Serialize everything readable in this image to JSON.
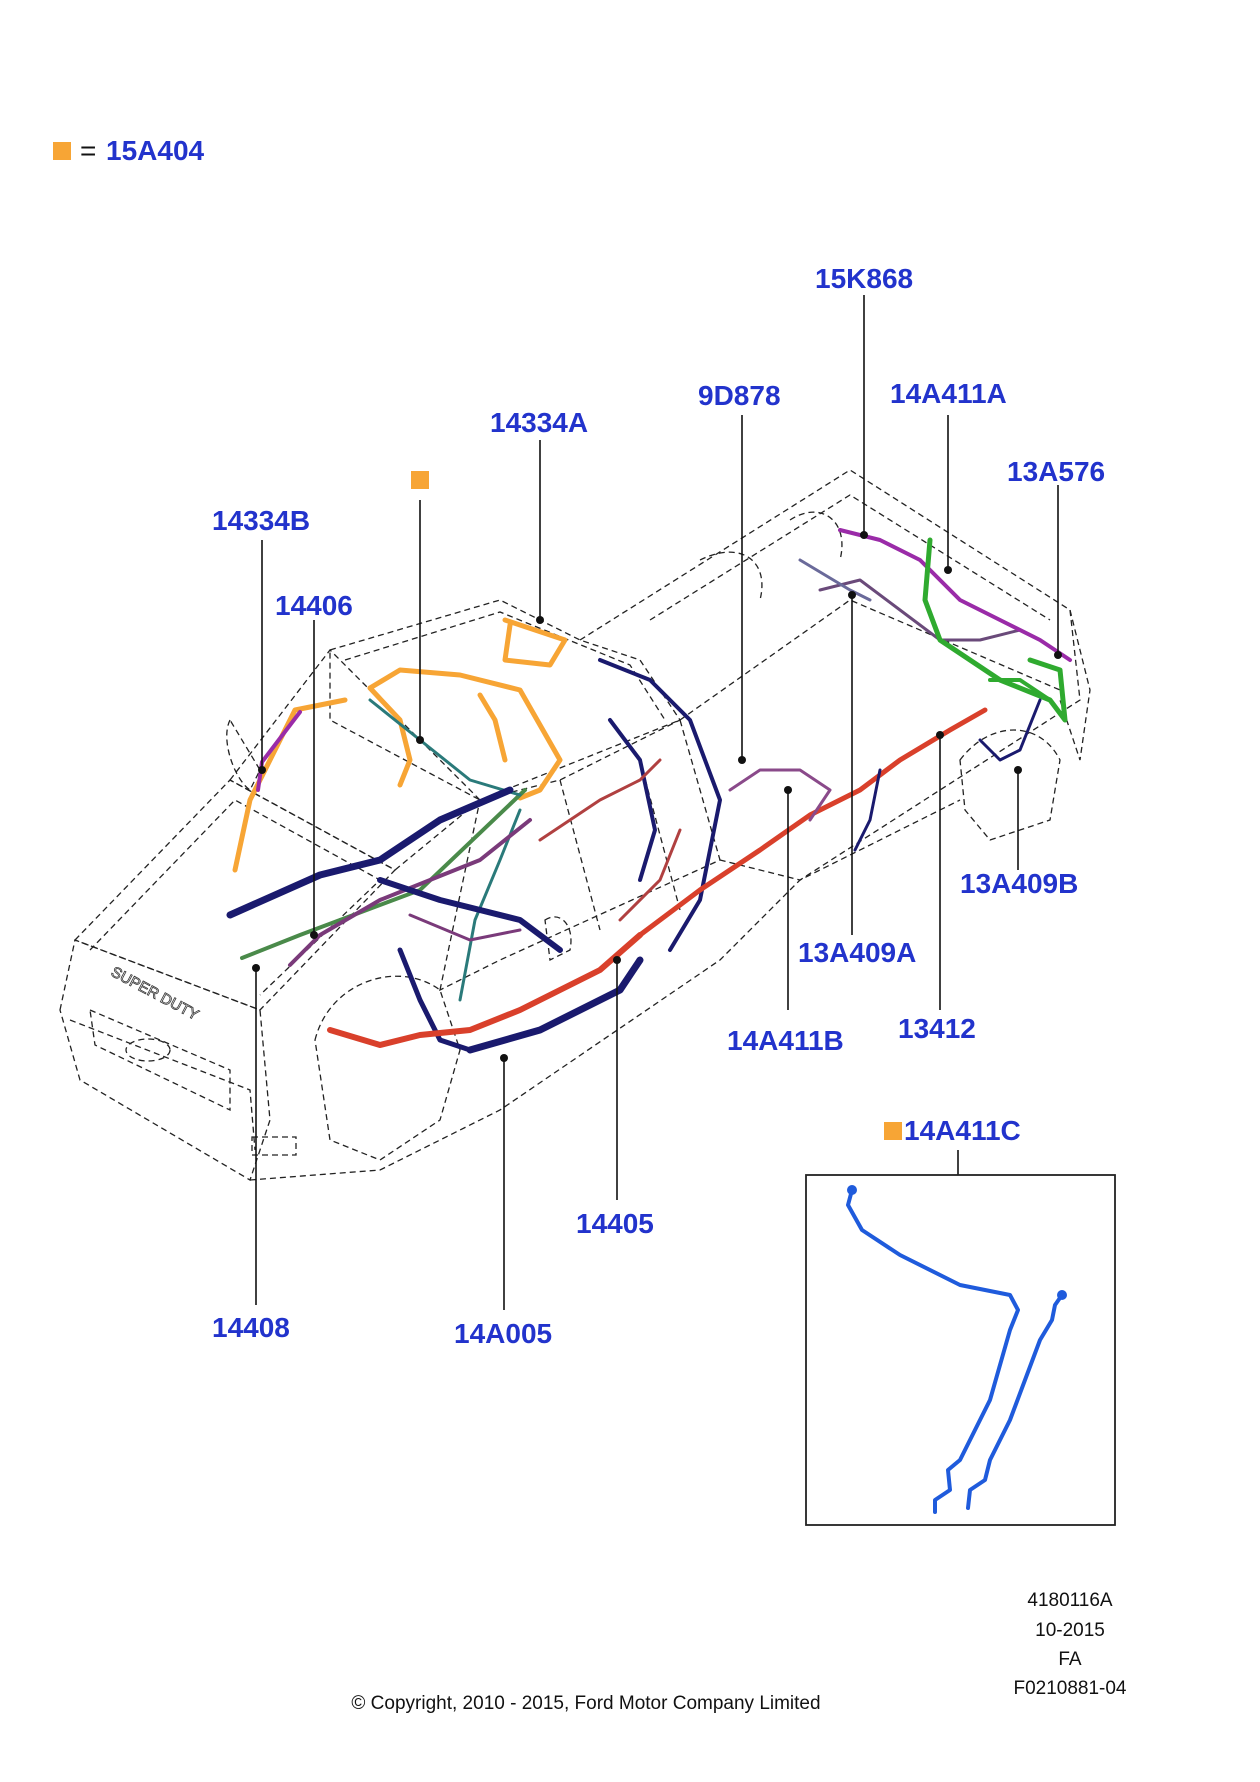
{
  "legend": {
    "swatch_color": "#f7a535",
    "equals": "=",
    "part": "15A404"
  },
  "callouts": {
    "c15K868": "15K868",
    "c9D878": "9D878",
    "c14A411A": "14A411A",
    "c14334A": "14334A",
    "c13A576": "13A576",
    "c14334B": "14334B",
    "c14406": "14406",
    "c13A409B": "13A409B",
    "c13A409A": "13A409A",
    "c14A411B": "14A411B",
    "c13412": "13412",
    "c14405": "14405",
    "c14408": "14408",
    "c14A005": "14A005",
    "c14A411C": "14A411C"
  },
  "footer": {
    "doc_number": "4180116A",
    "date": "10-2015",
    "code": "FA",
    "figure_id": "F0210881-04",
    "copyright": "© Copyright, 2010 - 2015, Ford Motor Company Limited"
  },
  "colors": {
    "label_blue": "#2233cc",
    "orange_harness": "#f7a535",
    "navy_harness": "#1a1a6e",
    "red_harness": "#d9402b",
    "green_harness": "#2faa2f",
    "purple_harness": "#9a2ba8",
    "blue_inset": "#1f5bdc"
  }
}
